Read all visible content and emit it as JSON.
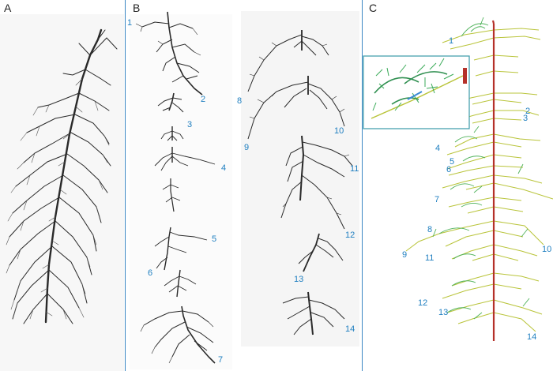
{
  "panels": {
    "a": "A",
    "b": "B",
    "c": "C"
  },
  "panel_b_numbers": [
    "1",
    "2",
    "3",
    "4",
    "5",
    "6",
    "7",
    "8",
    "9",
    "10",
    "11",
    "12",
    "13",
    "14"
  ],
  "panel_c_numbers": [
    "1",
    "2",
    "3",
    "4",
    "5",
    "6",
    "7",
    "8",
    "9",
    "10",
    "11",
    "12",
    "13",
    "14"
  ],
  "colors": {
    "divider": "#3b86c4",
    "number": "#1f7fc0",
    "root_photo": "#2a2a2a",
    "model_main_axis": "#b5312a",
    "model_lateral": "#b9c43a",
    "model_secondary": "#4fb25a",
    "inset_border": "#3a9aa8"
  }
}
